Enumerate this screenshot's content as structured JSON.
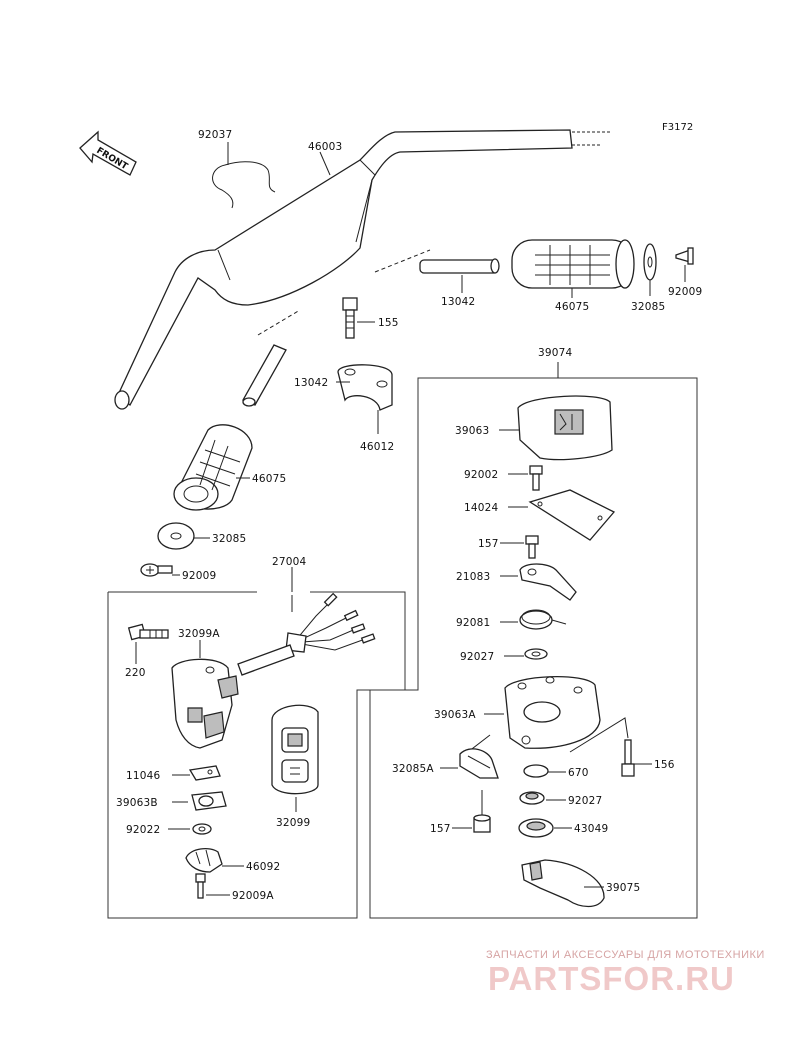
{
  "figure_code": "F3172",
  "front_label": "FRONT",
  "labels": {
    "l92037": "92037",
    "l46003": "46003",
    "l13042a": "13042",
    "l46075a": "46075",
    "l32085a": "32085",
    "l92009a": "92009",
    "l155": "155",
    "l13042b": "13042",
    "l46012": "46012",
    "l39074": "39074",
    "l46075b": "46075",
    "l32085b": "32085",
    "l92009b": "92009",
    "l27004": "27004",
    "l32099A": "32099A",
    "l220": "220",
    "l11046": "11046",
    "l39063B": "39063B",
    "l92022": "92022",
    "l46092": "46092",
    "l92009A": "92009A",
    "l32099": "32099",
    "l39063": "39063",
    "l92002": "92002",
    "l14024": "14024",
    "l157a": "157",
    "l21083": "21083",
    "l92081": "92081",
    "l92027a": "92027",
    "l39063A": "39063A",
    "l156": "156",
    "l32085A": "32085A",
    "l670": "670",
    "l92027b": "92027",
    "l157b": "157",
    "l43049": "43049",
    "l39075": "39075"
  },
  "watermark": {
    "tagline": "ЗАПЧАСТИ И АКСЕССУАРЫ ДЛЯ МОТОТЕХНИКИ",
    "brand": "PARTSFOR.RU"
  },
  "colors": {
    "line": "#222222",
    "watermark": "#f0c9c9"
  }
}
